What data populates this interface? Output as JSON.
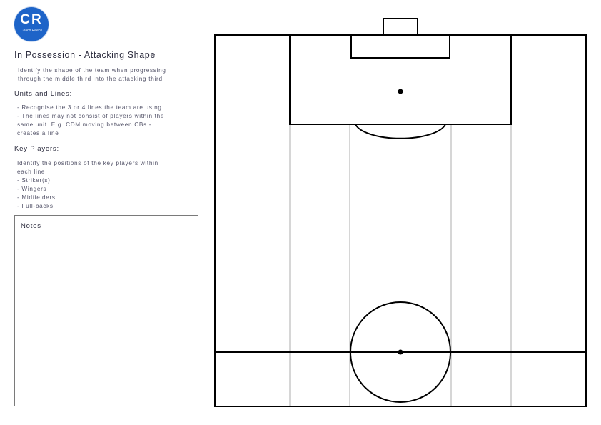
{
  "logo": {
    "initials": "CR",
    "subtitle": "Coach Reece"
  },
  "title": "In Possession - Attacking Shape",
  "intro": "Identify the shape of the team when progressing\nthrough the middle third into the attacking third",
  "sections": {
    "units": {
      "heading": "Units and Lines:",
      "body": "- Recognise the 3 or 4 lines the team are using\n- The lines may not consist of players within the\nsame unit. E.g. CDM moving between CBs -\ncreates a line"
    },
    "key_players": {
      "heading": "Key Players:",
      "body": "Identify the positions of the key players within\neach line\n- Striker(s)\n- Wingers\n- Midfielders\n- Full-backs"
    }
  },
  "notes": {
    "label": "Notes"
  },
  "colors": {
    "logo": "#1e64c8",
    "pitch_lines": "#000000",
    "channel_lines": "#c8c8c8"
  }
}
